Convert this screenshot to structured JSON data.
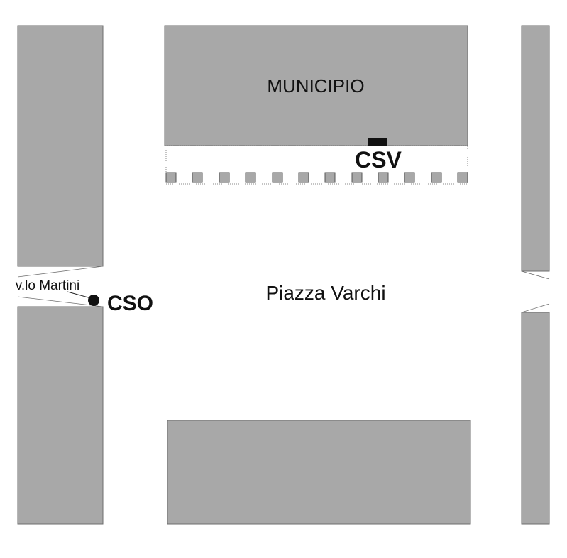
{
  "buildings": {
    "main": {
      "label": "MUNICIPIO"
    }
  },
  "square": {
    "label": "Piazza Varchi"
  },
  "alley": {
    "label": "v.lo Martini"
  },
  "points": [
    {
      "code": "CSV"
    },
    {
      "code": "CSO"
    }
  ],
  "colors": {
    "building_fill": "#a8a8a8",
    "building_stroke": "#6e6e6e",
    "background": "#ffffff",
    "marker": "#111111",
    "bollard_fill": "#a8a8a8"
  }
}
